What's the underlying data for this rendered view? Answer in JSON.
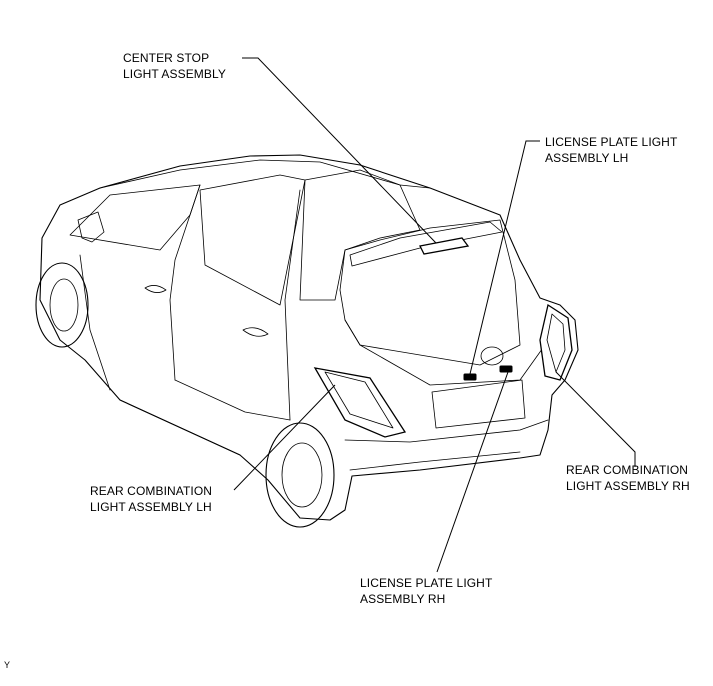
{
  "labels": {
    "center_stop": [
      "CENTER STOP",
      "LIGHT ASSEMBLY"
    ],
    "license_lh": [
      "LICENSE PLATE LIGHT",
      "ASSEMBLY LH"
    ],
    "rear_comb_rh": [
      "REAR COMBINATION",
      "LIGHT ASSEMBLY RH"
    ],
    "rear_comb_lh": [
      "REAR COMBINATION",
      "LIGHT ASSEMBLY LH"
    ],
    "license_rh": [
      "LICENSE PLATE LIGHT",
      "ASSEMBLY RH"
    ]
  },
  "figure_code": "Y"
}
